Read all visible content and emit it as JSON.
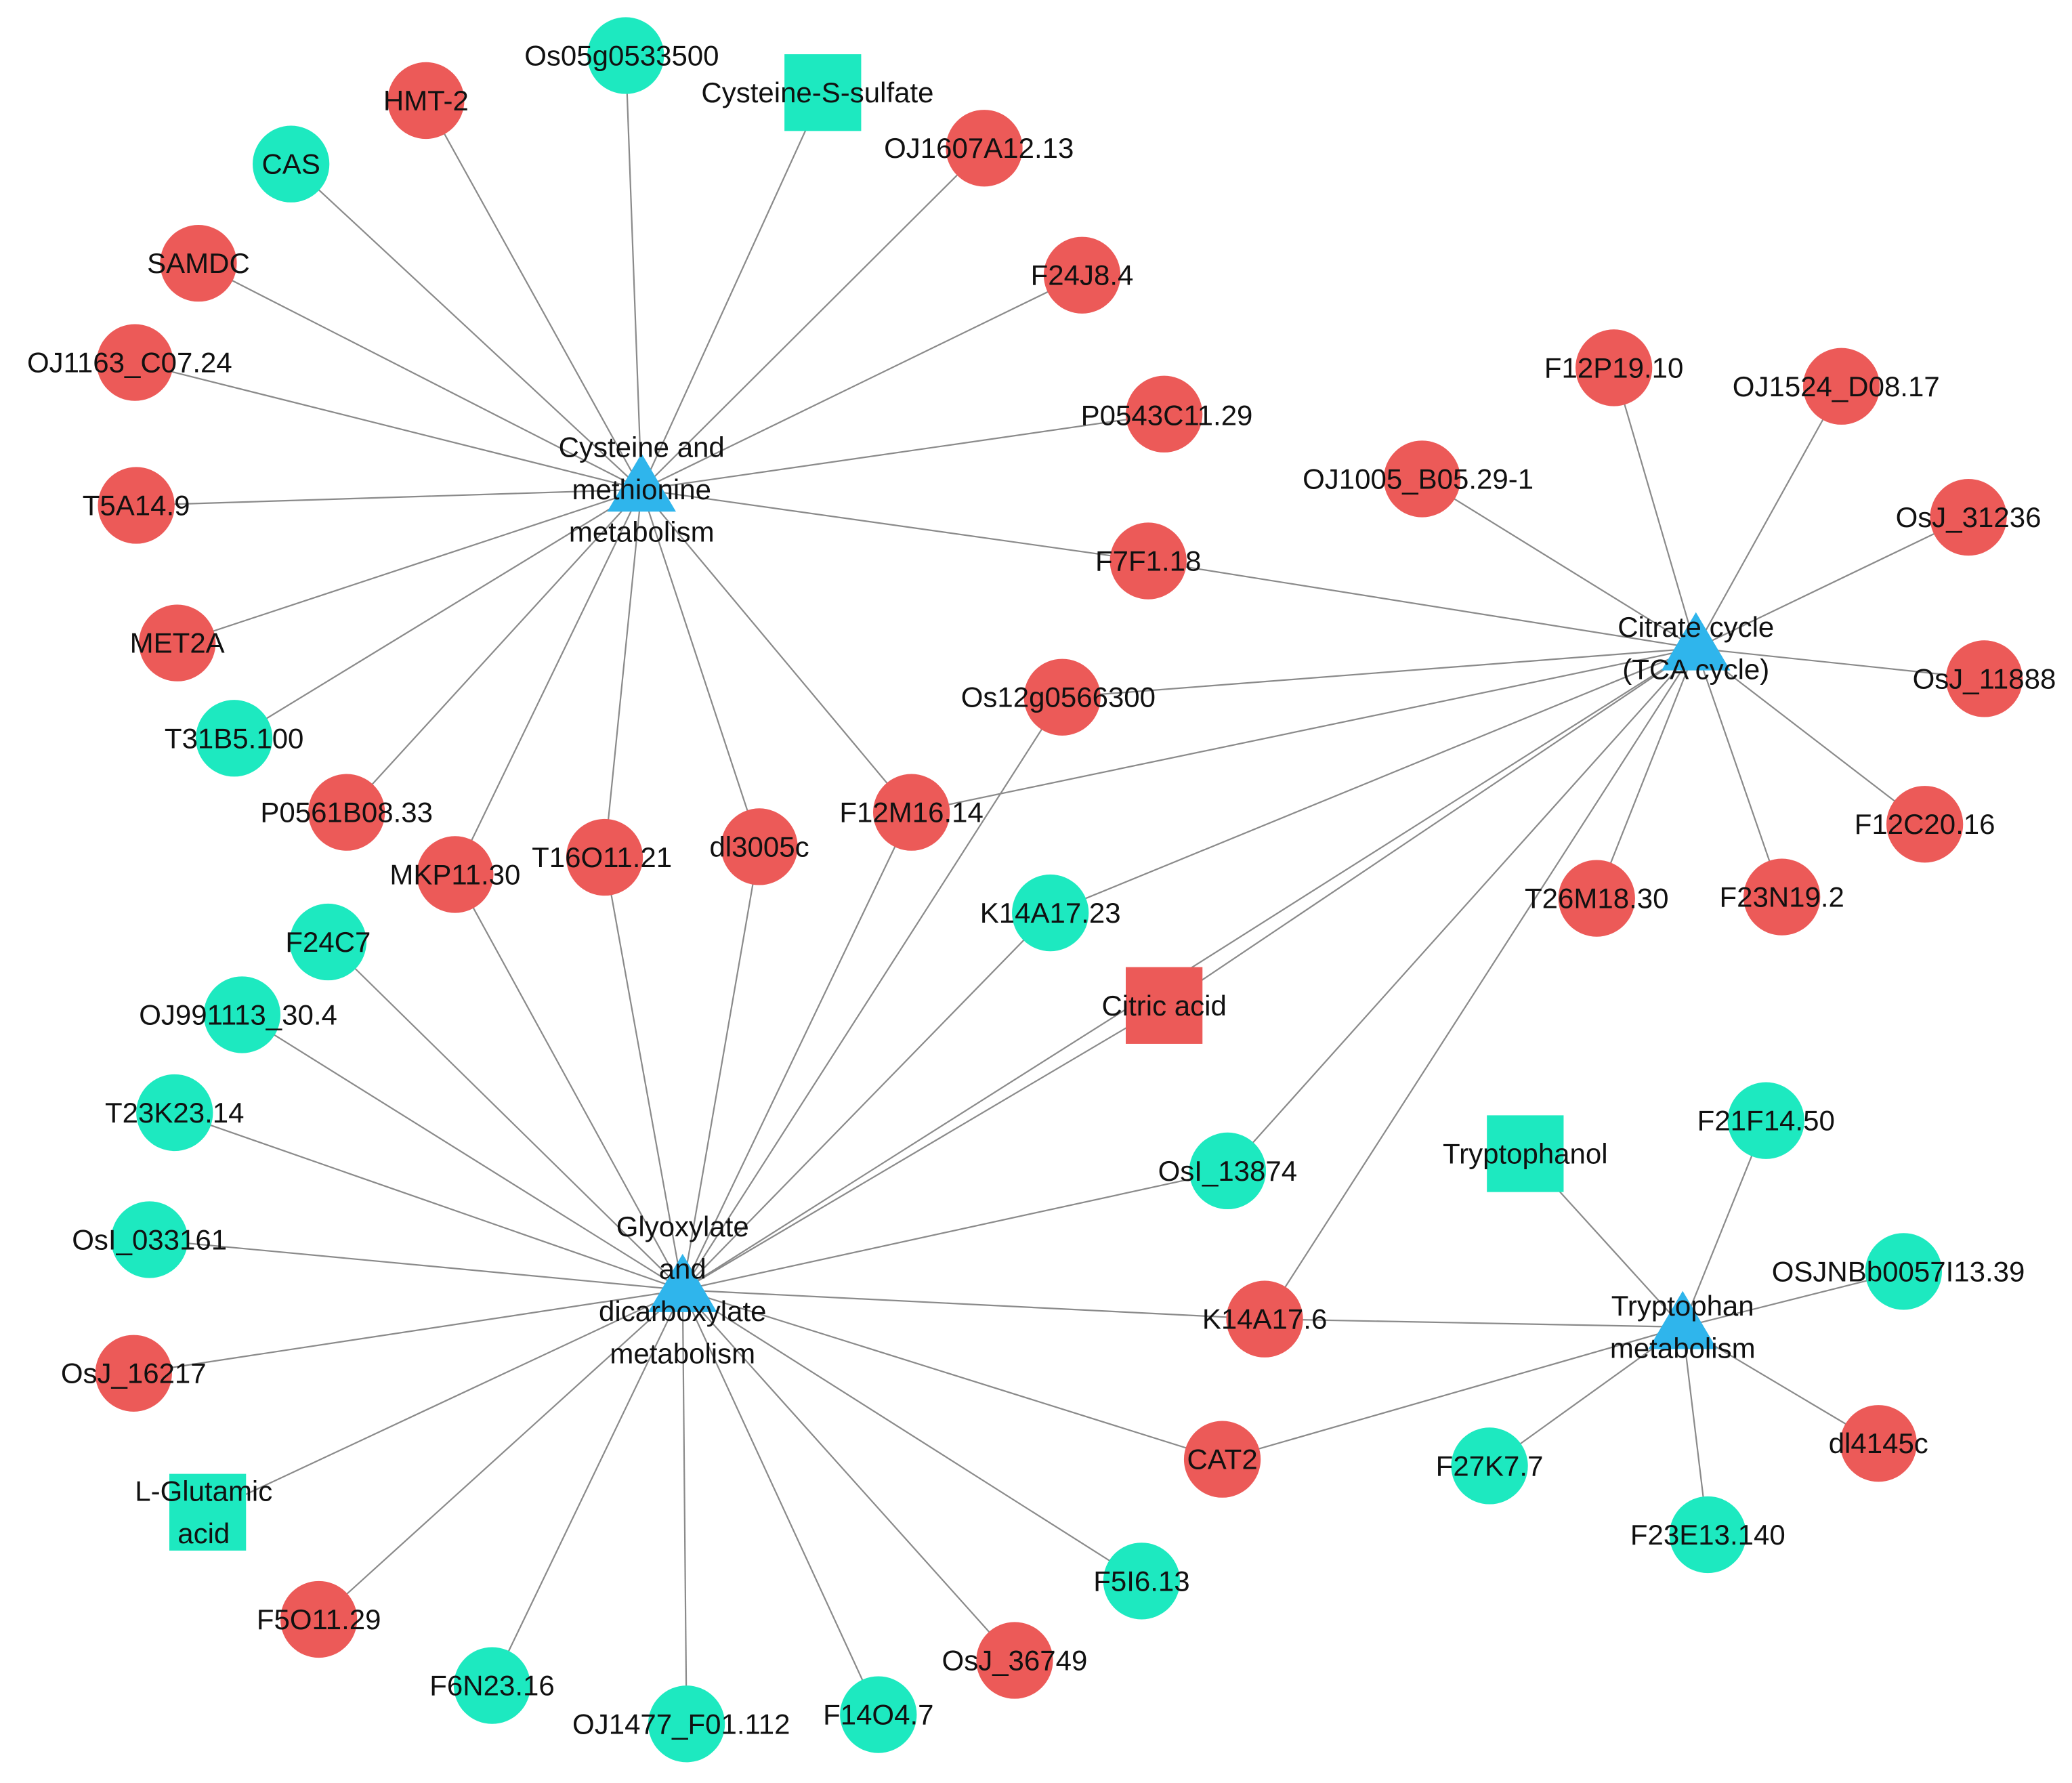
{
  "colors": {
    "gene_red": "#ec5a58",
    "gene_cyan": "#1de9c0",
    "pathway_blue": "#2fb5ec",
    "edge": "#8a8a8a"
  },
  "pathways": [
    {
      "id": "cys",
      "lines": [
        "Cysteine and",
        "methionine",
        "metabolism"
      ]
    },
    {
      "id": "tca",
      "lines": [
        "Citrate cycle",
        "(TCA cycle)"
      ]
    },
    {
      "id": "gly",
      "lines": [
        "Glyoxylate",
        "and",
        "dicarboxylate",
        "metabolism"
      ]
    },
    {
      "id": "trp",
      "lines": [
        "Tryptophan",
        "metabolism"
      ]
    }
  ],
  "nodes": [
    {
      "id": "os05g0533500",
      "label": "Os05g0533500",
      "shape": "circle",
      "color": "cyan"
    },
    {
      "id": "hmt2",
      "label": "HMT-2",
      "shape": "circle",
      "color": "red"
    },
    {
      "id": "cysteine_s_sulfate",
      "label": "Cysteine-S-sulfate",
      "shape": "square",
      "color": "cyan"
    },
    {
      "id": "cas",
      "label": "CAS",
      "shape": "circle",
      "color": "cyan"
    },
    {
      "id": "oj1607a12",
      "label": "OJ1607A12.13",
      "shape": "circle",
      "color": "red"
    },
    {
      "id": "samdc",
      "label": "SAMDC",
      "shape": "circle",
      "color": "red"
    },
    {
      "id": "f24j8",
      "label": "F24J8.4",
      "shape": "circle",
      "color": "red"
    },
    {
      "id": "oj1163",
      "label": "OJ1163_C07.24",
      "shape": "circle",
      "color": "red"
    },
    {
      "id": "p0543c11",
      "label": "P0543C11.29",
      "shape": "circle",
      "color": "red"
    },
    {
      "id": "t5a14",
      "label": "T5A14.9",
      "shape": "circle",
      "color": "red"
    },
    {
      "id": "met2a",
      "label": "MET2A",
      "shape": "circle",
      "color": "red"
    },
    {
      "id": "t31b5",
      "label": "T31B5.100",
      "shape": "circle",
      "color": "cyan"
    },
    {
      "id": "p0561b08",
      "label": "P0561B08.33",
      "shape": "circle",
      "color": "red"
    },
    {
      "id": "mkp11",
      "label": "MKP11.30",
      "shape": "circle",
      "color": "red"
    },
    {
      "id": "t16o11",
      "label": "T16O11.21",
      "shape": "circle",
      "color": "red"
    },
    {
      "id": "dl3005c",
      "label": "dl3005c",
      "shape": "circle",
      "color": "red"
    },
    {
      "id": "f12m16",
      "label": "F12M16.14",
      "shape": "circle",
      "color": "red"
    },
    {
      "id": "f7f1",
      "label": "F7F1.18",
      "shape": "circle",
      "color": "red"
    },
    {
      "id": "f12p19",
      "label": "F12P19.10",
      "shape": "circle",
      "color": "red"
    },
    {
      "id": "oj1524",
      "label": "OJ1524_D08.17",
      "shape": "circle",
      "color": "red"
    },
    {
      "id": "oj1005",
      "label": "OJ1005_B05.29-1",
      "shape": "circle",
      "color": "red"
    },
    {
      "id": "osj31236",
      "label": "OsJ_31236",
      "shape": "circle",
      "color": "red"
    },
    {
      "id": "osj11888",
      "label": "OsJ_11888",
      "shape": "circle",
      "color": "red"
    },
    {
      "id": "os12g0566300",
      "label": "Os12g0566300",
      "shape": "circle",
      "color": "red"
    },
    {
      "id": "f12c20",
      "label": "F12C20.16",
      "shape": "circle",
      "color": "red"
    },
    {
      "id": "t26m18",
      "label": "T26M18.30",
      "shape": "circle",
      "color": "red"
    },
    {
      "id": "f23n19",
      "label": "F23N19.2",
      "shape": "circle",
      "color": "red"
    },
    {
      "id": "k14a17_23",
      "label": "K14A17.23",
      "shape": "circle",
      "color": "cyan"
    },
    {
      "id": "citric_acid",
      "label": "Citric acid",
      "shape": "square",
      "color": "red"
    },
    {
      "id": "f24c7",
      "label": "F24C7",
      "shape": "circle",
      "color": "cyan"
    },
    {
      "id": "oj991113",
      "label": "OJ991113_30.4",
      "shape": "circle",
      "color": "cyan"
    },
    {
      "id": "t23k23",
      "label": "T23K23.14",
      "shape": "circle",
      "color": "cyan"
    },
    {
      "id": "osi13874",
      "label": "OsI_13874",
      "shape": "circle",
      "color": "cyan"
    },
    {
      "id": "tryptophanol",
      "label": "Tryptophanol",
      "shape": "square",
      "color": "cyan"
    },
    {
      "id": "f21f14",
      "label": "F21F14.50",
      "shape": "circle",
      "color": "cyan"
    },
    {
      "id": "osi033161",
      "label": "OsI_033161",
      "shape": "circle",
      "color": "cyan"
    },
    {
      "id": "osjnbb",
      "label": "OSJNBb0057I13.39",
      "shape": "circle",
      "color": "cyan"
    },
    {
      "id": "k14a17_6",
      "label": "K14A17.6",
      "shape": "circle",
      "color": "red"
    },
    {
      "id": "osj16217",
      "label": "OsJ_16217",
      "shape": "circle",
      "color": "red"
    },
    {
      "id": "cat2",
      "label": "CAT2",
      "shape": "circle",
      "color": "red"
    },
    {
      "id": "dl4145c",
      "label": "dl4145c",
      "shape": "circle",
      "color": "red"
    },
    {
      "id": "f27k7",
      "label": "F27K7.7",
      "shape": "circle",
      "color": "cyan"
    },
    {
      "id": "l_glutamic",
      "label": "L-Glutamic acid",
      "lines": [
        "L-Glutamic",
        "acid"
      ],
      "shape": "square",
      "color": "cyan"
    },
    {
      "id": "f23e13",
      "label": "F23E13.140",
      "shape": "circle",
      "color": "cyan"
    },
    {
      "id": "f5i6",
      "label": "F5I6.13",
      "shape": "circle",
      "color": "cyan"
    },
    {
      "id": "f5o11",
      "label": "F5O11.29",
      "shape": "circle",
      "color": "red"
    },
    {
      "id": "osj36749",
      "label": "OsJ_36749",
      "shape": "circle",
      "color": "red"
    },
    {
      "id": "f6n23",
      "label": "F6N23.16",
      "shape": "circle",
      "color": "cyan"
    },
    {
      "id": "oj1477",
      "label": "OJ1477_F01.112",
      "shape": "circle",
      "color": "cyan"
    },
    {
      "id": "f14o4",
      "label": "F14O4.7",
      "shape": "circle",
      "color": "cyan"
    }
  ],
  "edges": [
    [
      "cys",
      "os05g0533500"
    ],
    [
      "cys",
      "hmt2"
    ],
    [
      "cys",
      "cysteine_s_sulfate"
    ],
    [
      "cys",
      "cas"
    ],
    [
      "cys",
      "oj1607a12"
    ],
    [
      "cys",
      "samdc"
    ],
    [
      "cys",
      "f24j8"
    ],
    [
      "cys",
      "oj1163"
    ],
    [
      "cys",
      "p0543c11"
    ],
    [
      "cys",
      "t5a14"
    ],
    [
      "cys",
      "met2a"
    ],
    [
      "cys",
      "t31b5"
    ],
    [
      "cys",
      "p0561b08"
    ],
    [
      "cys",
      "mkp11"
    ],
    [
      "cys",
      "t16o11"
    ],
    [
      "cys",
      "dl3005c"
    ],
    [
      "cys",
      "f12m16"
    ],
    [
      "cys",
      "f7f1"
    ],
    [
      "tca",
      "f7f1"
    ],
    [
      "tca",
      "f12p19"
    ],
    [
      "tca",
      "oj1524"
    ],
    [
      "tca",
      "oj1005"
    ],
    [
      "tca",
      "osj31236"
    ],
    [
      "tca",
      "osj11888"
    ],
    [
      "tca",
      "os12g0566300"
    ],
    [
      "tca",
      "f12c20"
    ],
    [
      "tca",
      "t26m18"
    ],
    [
      "tca",
      "f23n19"
    ],
    [
      "tca",
      "k14a17_23"
    ],
    [
      "tca",
      "citric_acid"
    ],
    [
      "tca",
      "f12m16"
    ],
    [
      "tca",
      "gly"
    ],
    [
      "tca",
      "osi13874"
    ],
    [
      "tca",
      "k14a17_6"
    ],
    [
      "gly",
      "mkp11"
    ],
    [
      "gly",
      "t16o11"
    ],
    [
      "gly",
      "dl3005c"
    ],
    [
      "gly",
      "f12m16"
    ],
    [
      "gly",
      "os12g0566300"
    ],
    [
      "gly",
      "k14a17_23"
    ],
    [
      "gly",
      "citric_acid"
    ],
    [
      "gly",
      "f24c7"
    ],
    [
      "gly",
      "oj991113"
    ],
    [
      "gly",
      "t23k23"
    ],
    [
      "gly",
      "osi13874"
    ],
    [
      "gly",
      "osi033161"
    ],
    [
      "gly",
      "k14a17_6"
    ],
    [
      "gly",
      "osj16217"
    ],
    [
      "gly",
      "cat2"
    ],
    [
      "gly",
      "l_glutamic"
    ],
    [
      "gly",
      "f5i6"
    ],
    [
      "gly",
      "f5o11"
    ],
    [
      "gly",
      "osj36749"
    ],
    [
      "gly",
      "f6n23"
    ],
    [
      "gly",
      "oj1477"
    ],
    [
      "gly",
      "f14o4"
    ],
    [
      "trp",
      "tryptophanol"
    ],
    [
      "trp",
      "f21f14"
    ],
    [
      "trp",
      "osjnbb"
    ],
    [
      "trp",
      "k14a17_6"
    ],
    [
      "trp",
      "cat2"
    ],
    [
      "trp",
      "dl4145c"
    ],
    [
      "trp",
      "f27k7"
    ],
    [
      "trp",
      "f23e13"
    ]
  ]
}
